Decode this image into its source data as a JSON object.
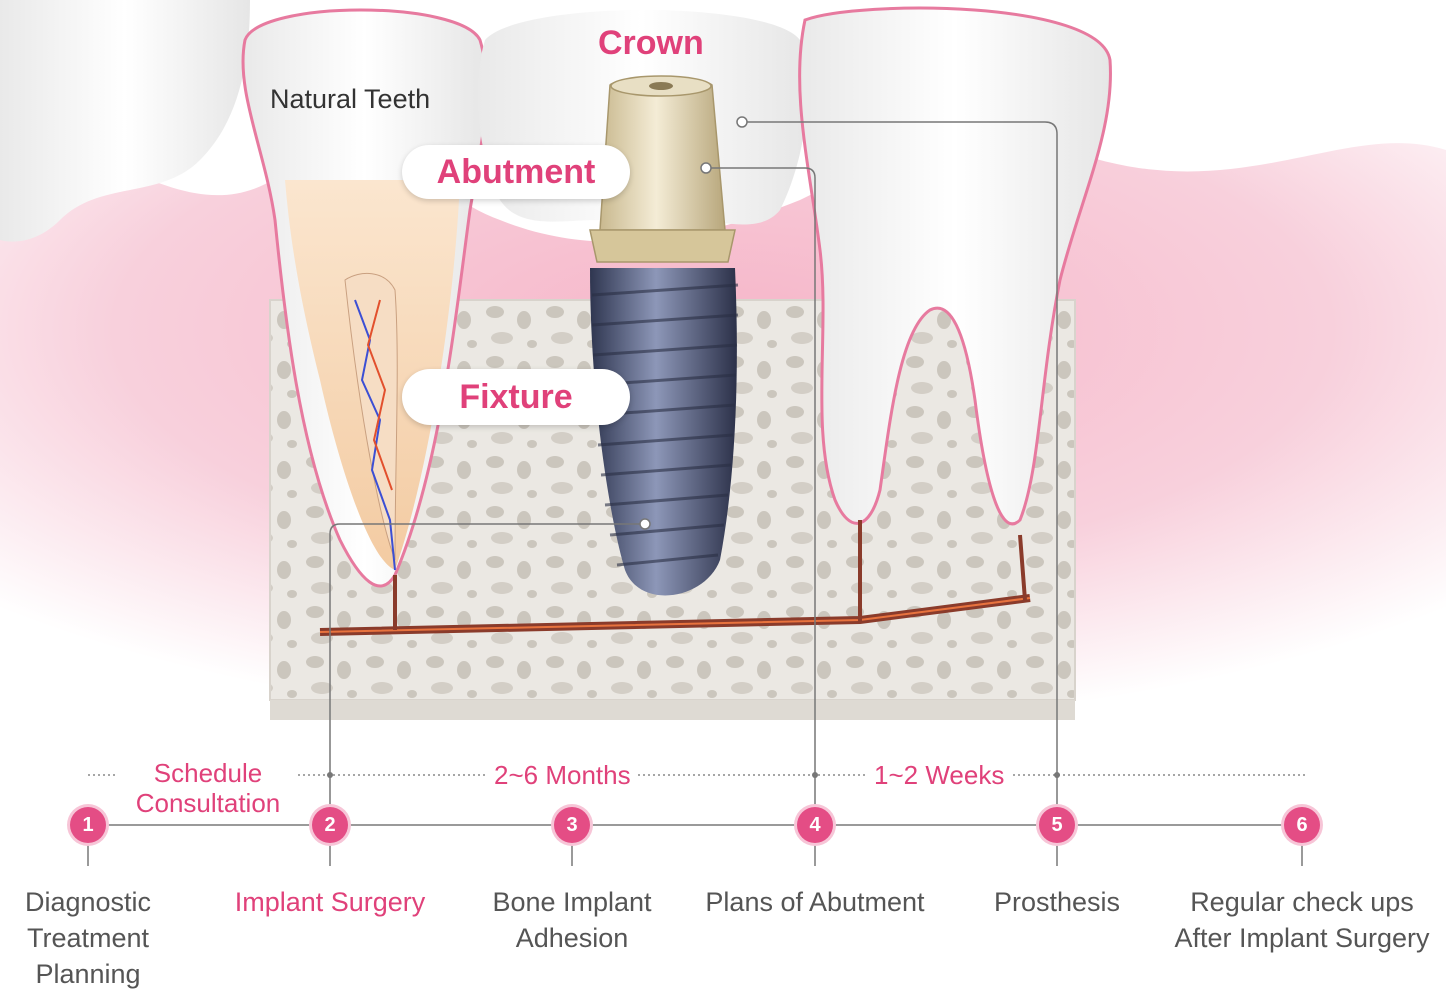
{
  "labels": {
    "crown": "Crown",
    "natural_teeth": "Natural Teeth",
    "abutment": "Abutment",
    "fixture": "Fixture"
  },
  "timeline": {
    "phases": {
      "schedule": "Schedule\nConsultation",
      "months": "2~6 Months",
      "weeks": "1~2 Weeks"
    },
    "steps": [
      {
        "num": "1",
        "label": "Diagnostic\nTreatment\nPlanning"
      },
      {
        "num": "2",
        "label": "Implant Surgery"
      },
      {
        "num": "3",
        "label": "Bone Implant\nAdhesion"
      },
      {
        "num": "4",
        "label": "Plans of Abutment"
      },
      {
        "num": "5",
        "label": "Prosthesis"
      },
      {
        "num": "6",
        "label": "Regular check ups\nAfter Implant Surgery"
      }
    ]
  },
  "colors": {
    "accent": "#e0417a",
    "gum": "#f3a3bd",
    "bone": "#e4e1dc",
    "implant": "#4f5a78",
    "abutment": "#e7dcc0"
  }
}
